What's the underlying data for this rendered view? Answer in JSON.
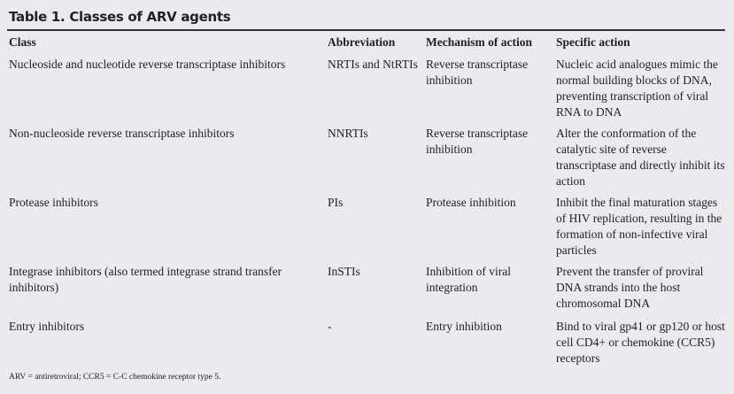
{
  "title": "Table 1. Classes of ARV agents",
  "columns": [
    "Class",
    "Abbreviation",
    "Mechanism of action",
    "Specific action"
  ],
  "rows": [
    [
      "Nucleoside and nucleotide reverse transcriptase inhibitors",
      "NRTIs and NtRTIs",
      "Reverse transcriptase inhibition",
      "Nucleic acid analogues mimic the normal building blocks of DNA, preventing transcription of viral RNA to DNA"
    ],
    [
      "Non-nucleoside reverse transcriptase inhibitors",
      "NNRTIs",
      "Reverse transcriptase inhibition",
      "Alter the conformation of the catalytic site of reverse transcriptase and directly inhibit its action"
    ],
    [
      "Protease inhibitors",
      "PIs",
      "Protease inhibition",
      "Inhibit the final maturation stages of HIV replication, resulting in the formation of non-infective viral particles"
    ],
    [
      "Integrase inhibitors (also termed integrase strand transfer inhibitors)",
      "InSTIs",
      "Inhibition of viral integration",
      "Prevent the transfer of proviral DNA strands into the host chromosomal DNA"
    ],
    [
      "Entry inhibitors",
      "-",
      "Entry inhibition",
      "Bind to viral gp41 or gp120 or host cell CD4+ or chemokine (CCR5) receptors"
    ]
  ],
  "footnote": "ARV = antiretroviral; CCR5 = C-C chemokine receptor type 5."
}
